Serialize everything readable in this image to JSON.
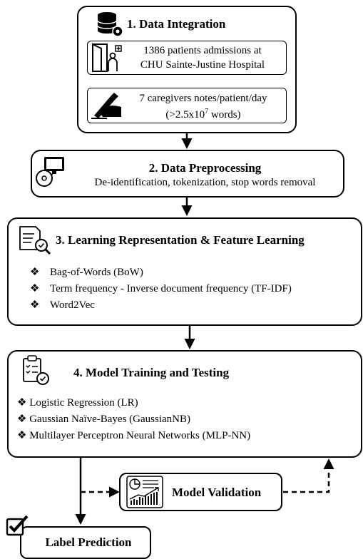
{
  "steps": [
    {
      "title": "1. Data Integration",
      "sub": [
        {
          "lines": [
            "1386 patients admissions at",
            "CHU Sainte-Justine Hospital"
          ]
        },
        {
          "line1": "7 caregivers notes/patient/day",
          "line2_prefix": "(>2.5x10",
          "line2_exp": "7",
          "line2_suffix": " words)"
        }
      ]
    },
    {
      "title": "2. Data Preprocessing",
      "subtitle": "De-identification, tokenization, stop words removal"
    },
    {
      "title": "3. Learning Representation & Feature Learning",
      "bullet": "❖",
      "items": [
        "Bag-of-Words (BoW)",
        "Term frequency - Inverse document frequency (TF-IDF)",
        "Word2Vec"
      ]
    },
    {
      "title": "4. Model Training and Testing",
      "bullet": "❖",
      "items": [
        "Logistic Regression (LR)",
        "Gaussian Naïve-Bayes (GaussianNB)",
        "Multilayer Perceptron Neural Networks (MLP-NN)"
      ]
    }
  ],
  "validation": {
    "title": "Model Validation"
  },
  "prediction": {
    "title": "Label Prediction"
  },
  "icons": [
    "database-gear-icon",
    "hospital-door-patient-icon",
    "hand-writing-icon",
    "monitor-disk-icon",
    "document-search-icon",
    "clipboard-check-icon",
    "chart-report-icon",
    "checkbox-icon"
  ]
}
